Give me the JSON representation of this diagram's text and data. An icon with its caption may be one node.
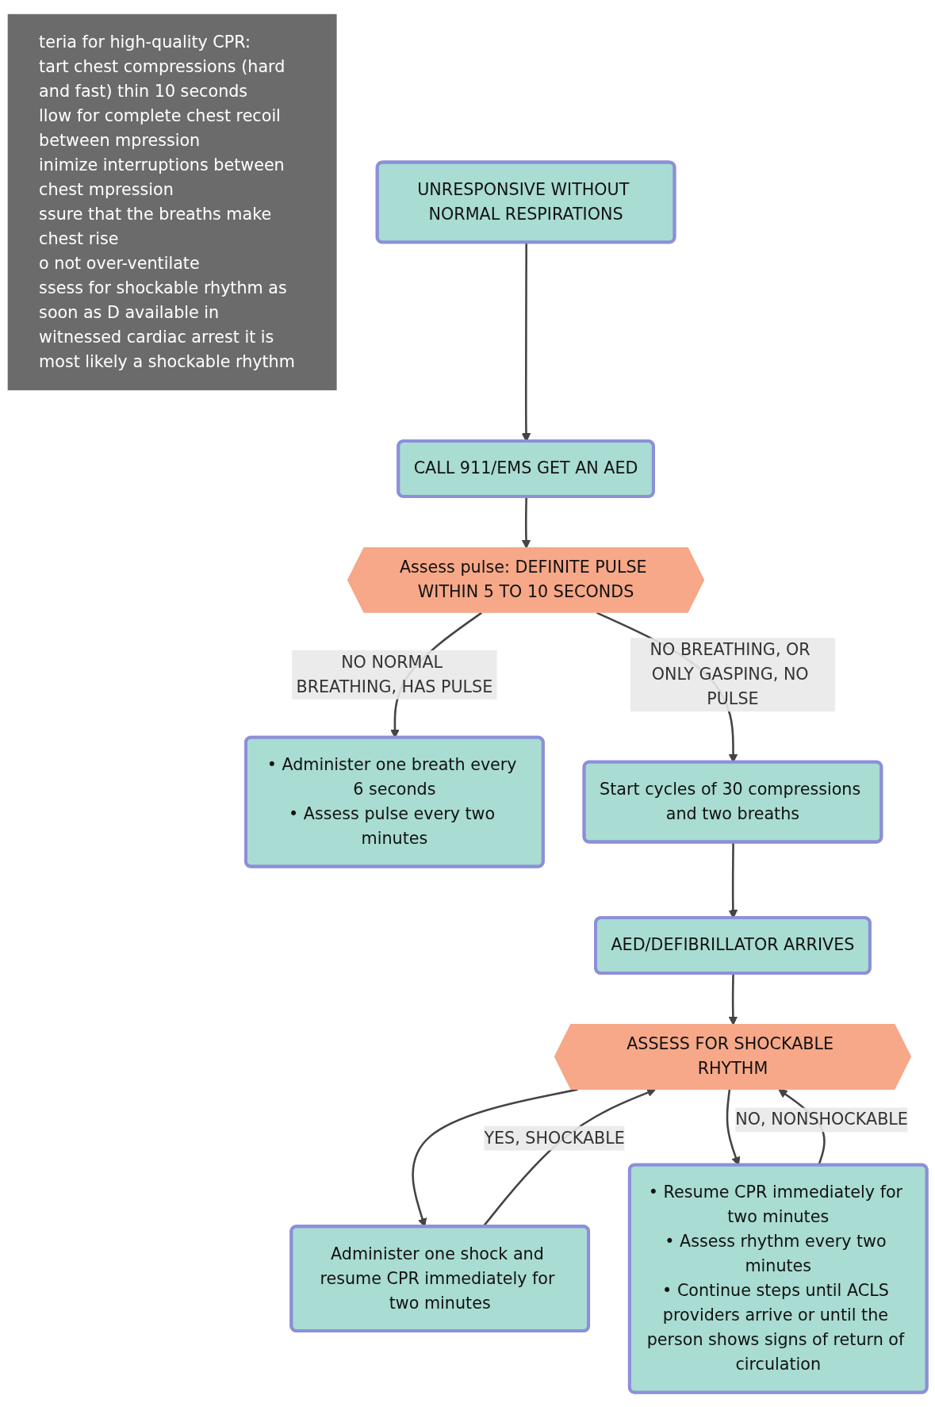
{
  "diagram": {
    "nodes": [
      {
        "text": [
          "teria for high-quality CPR:",
          "tart chest compressions (hard and fast) thin 10 seconds",
          "llow for complete chest recoil between mpression",
          "inimize interruptions between chest mpression",
          "ssure that the breaths make chest rise",
          "o not over-ventilate",
          "ssess for shockable rhythm as soon as D available in witnessed cardiac arrest it is most likely a shockable rhythm"
        ]
      },
      {
        "text": [
          "UNRESPONSIVE WITHOUT NORMAL RESPIRATIONS"
        ]
      },
      {
        "text": [
          "CALL 911/EMS GET AN AED"
        ]
      },
      {
        "text": [
          "• Administer one breath every 6 seconds",
          "• Assess pulse every two minutes"
        ]
      },
      {
        "text": [
          "Assess pulse: DEFINITE PULSE WITHIN 5 TO 10 SECONDS"
        ]
      },
      {
        "text": [
          "Start cycles of 30 compressions and two breaths"
        ]
      },
      {
        "text": [
          "AED/DEFIBRILLATOR ARRIVES"
        ]
      },
      {
        "text": [
          "ASSESS FOR SHOCKABLE RHYTHM"
        ]
      },
      {
        "text": [
          "Administer one shock and resume CPR immediately for two minutes"
        ]
      },
      {
        "text": [
          "• Resume CPR immediately for two minutes",
          "• Assess rhythm every two minutes",
          "• Continue steps until ACLS providers arrive or until the person shows signs of return of circulation"
        ]
      }
    ],
    "edges": [
      {
        "from": 1,
        "to": 2,
        "arrow": "to"
      },
      {
        "from": 2,
        "to": 4,
        "arrow": "to"
      },
      {
        "from": 4,
        "to": 3,
        "arrow": "to",
        "label": "NO NORMAL BREATHING, HAS PULSE"
      },
      {
        "from": 4,
        "to": 5,
        "arrow": "to",
        "label": "NO BREATHING, OR ONLY GASPING, NO PULSE"
      },
      {
        "from": 5,
        "to": 6,
        "arrow": "to"
      },
      {
        "from": 6,
        "to": 7,
        "arrow": "to"
      },
      {
        "from": 7,
        "to": 8,
        "arrow": "to"
      },
      {
        "from": 7,
        "to": 9,
        "arrow": "to"
      },
      {
        "from": 8,
        "to": 7,
        "arrow": "to",
        "label": "YES, SHOCKABLE"
      },
      {
        "from": 9,
        "to": 7,
        "arrow": "to",
        "label": "NO, NONSHOCKABLE"
      }
    ]
  }
}
